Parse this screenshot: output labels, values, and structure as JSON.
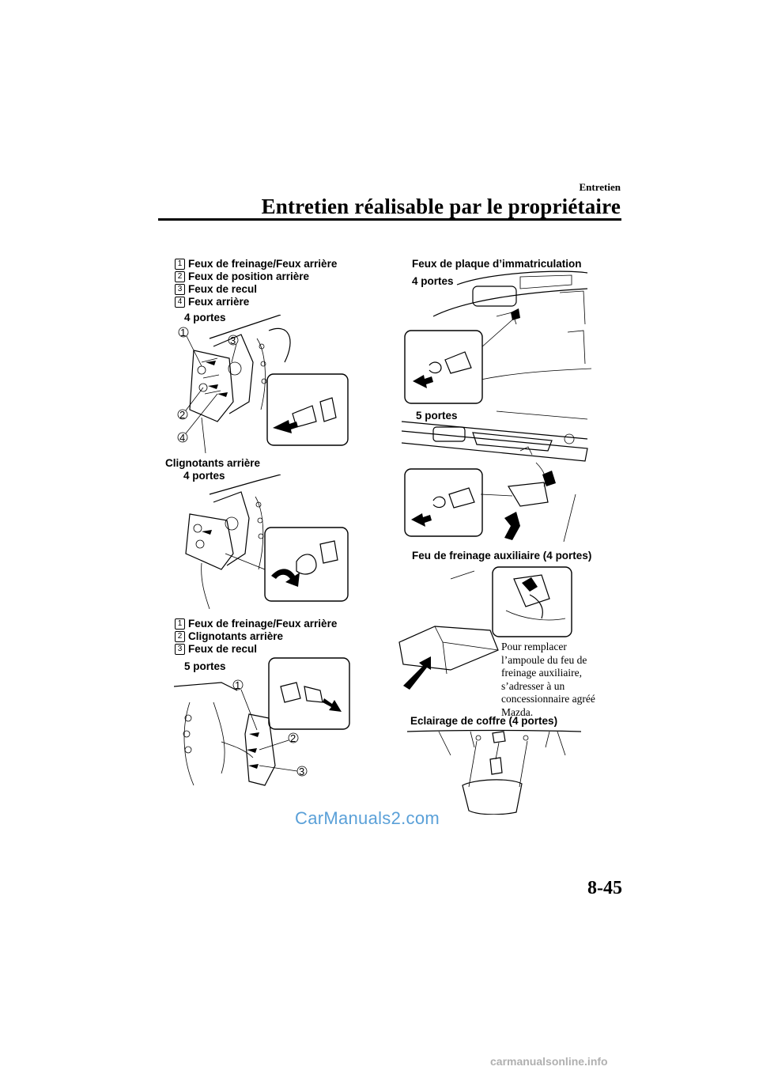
{
  "header": {
    "section": "Entretien",
    "title": "Entretien réalisable par le propriétaire"
  },
  "left_column": {
    "group1": {
      "items": [
        {
          "num": "1",
          "label": "Feux de freinage/Feux arrière"
        },
        {
          "num": "2",
          "label": "Feux de position arrière"
        },
        {
          "num": "3",
          "label": "Feux de recul"
        },
        {
          "num": "4",
          "label": "Feux arrière"
        }
      ],
      "variant": "4 portes"
    },
    "group2": {
      "title": "Clignotants arrière",
      "variant": "4 portes"
    },
    "group3": {
      "items": [
        {
          "num": "1",
          "label": "Feux de freinage/Feux arrière"
        },
        {
          "num": "2",
          "label": "Clignotants arrière"
        },
        {
          "num": "3",
          "label": "Feux de recul"
        }
      ],
      "variant": "5 portes"
    }
  },
  "right_column": {
    "plate": {
      "title": "Feux de plaque d’immatriculation",
      "variant_a": "4 portes",
      "variant_b": "5 portes"
    },
    "aux_brake": {
      "title": "Feu de freinage auxiliaire (4 portes)",
      "note": "Pour remplacer l’ampoule du feu de freinage auxiliaire, s’adresser à un concessionnaire agréé Mazda."
    },
    "trunk": {
      "title": "Eclairage de coffre (4 portes)"
    }
  },
  "callouts": [
    "1",
    "2",
    "3",
    "4"
  ],
  "page_number": "8-45",
  "watermark": "CarManuals2.com",
  "footer_watermark": "carmanualsonline.info",
  "colors": {
    "text": "#000000",
    "watermark": "#5aa0d8",
    "footer_watermark": "#b0b0b0"
  }
}
